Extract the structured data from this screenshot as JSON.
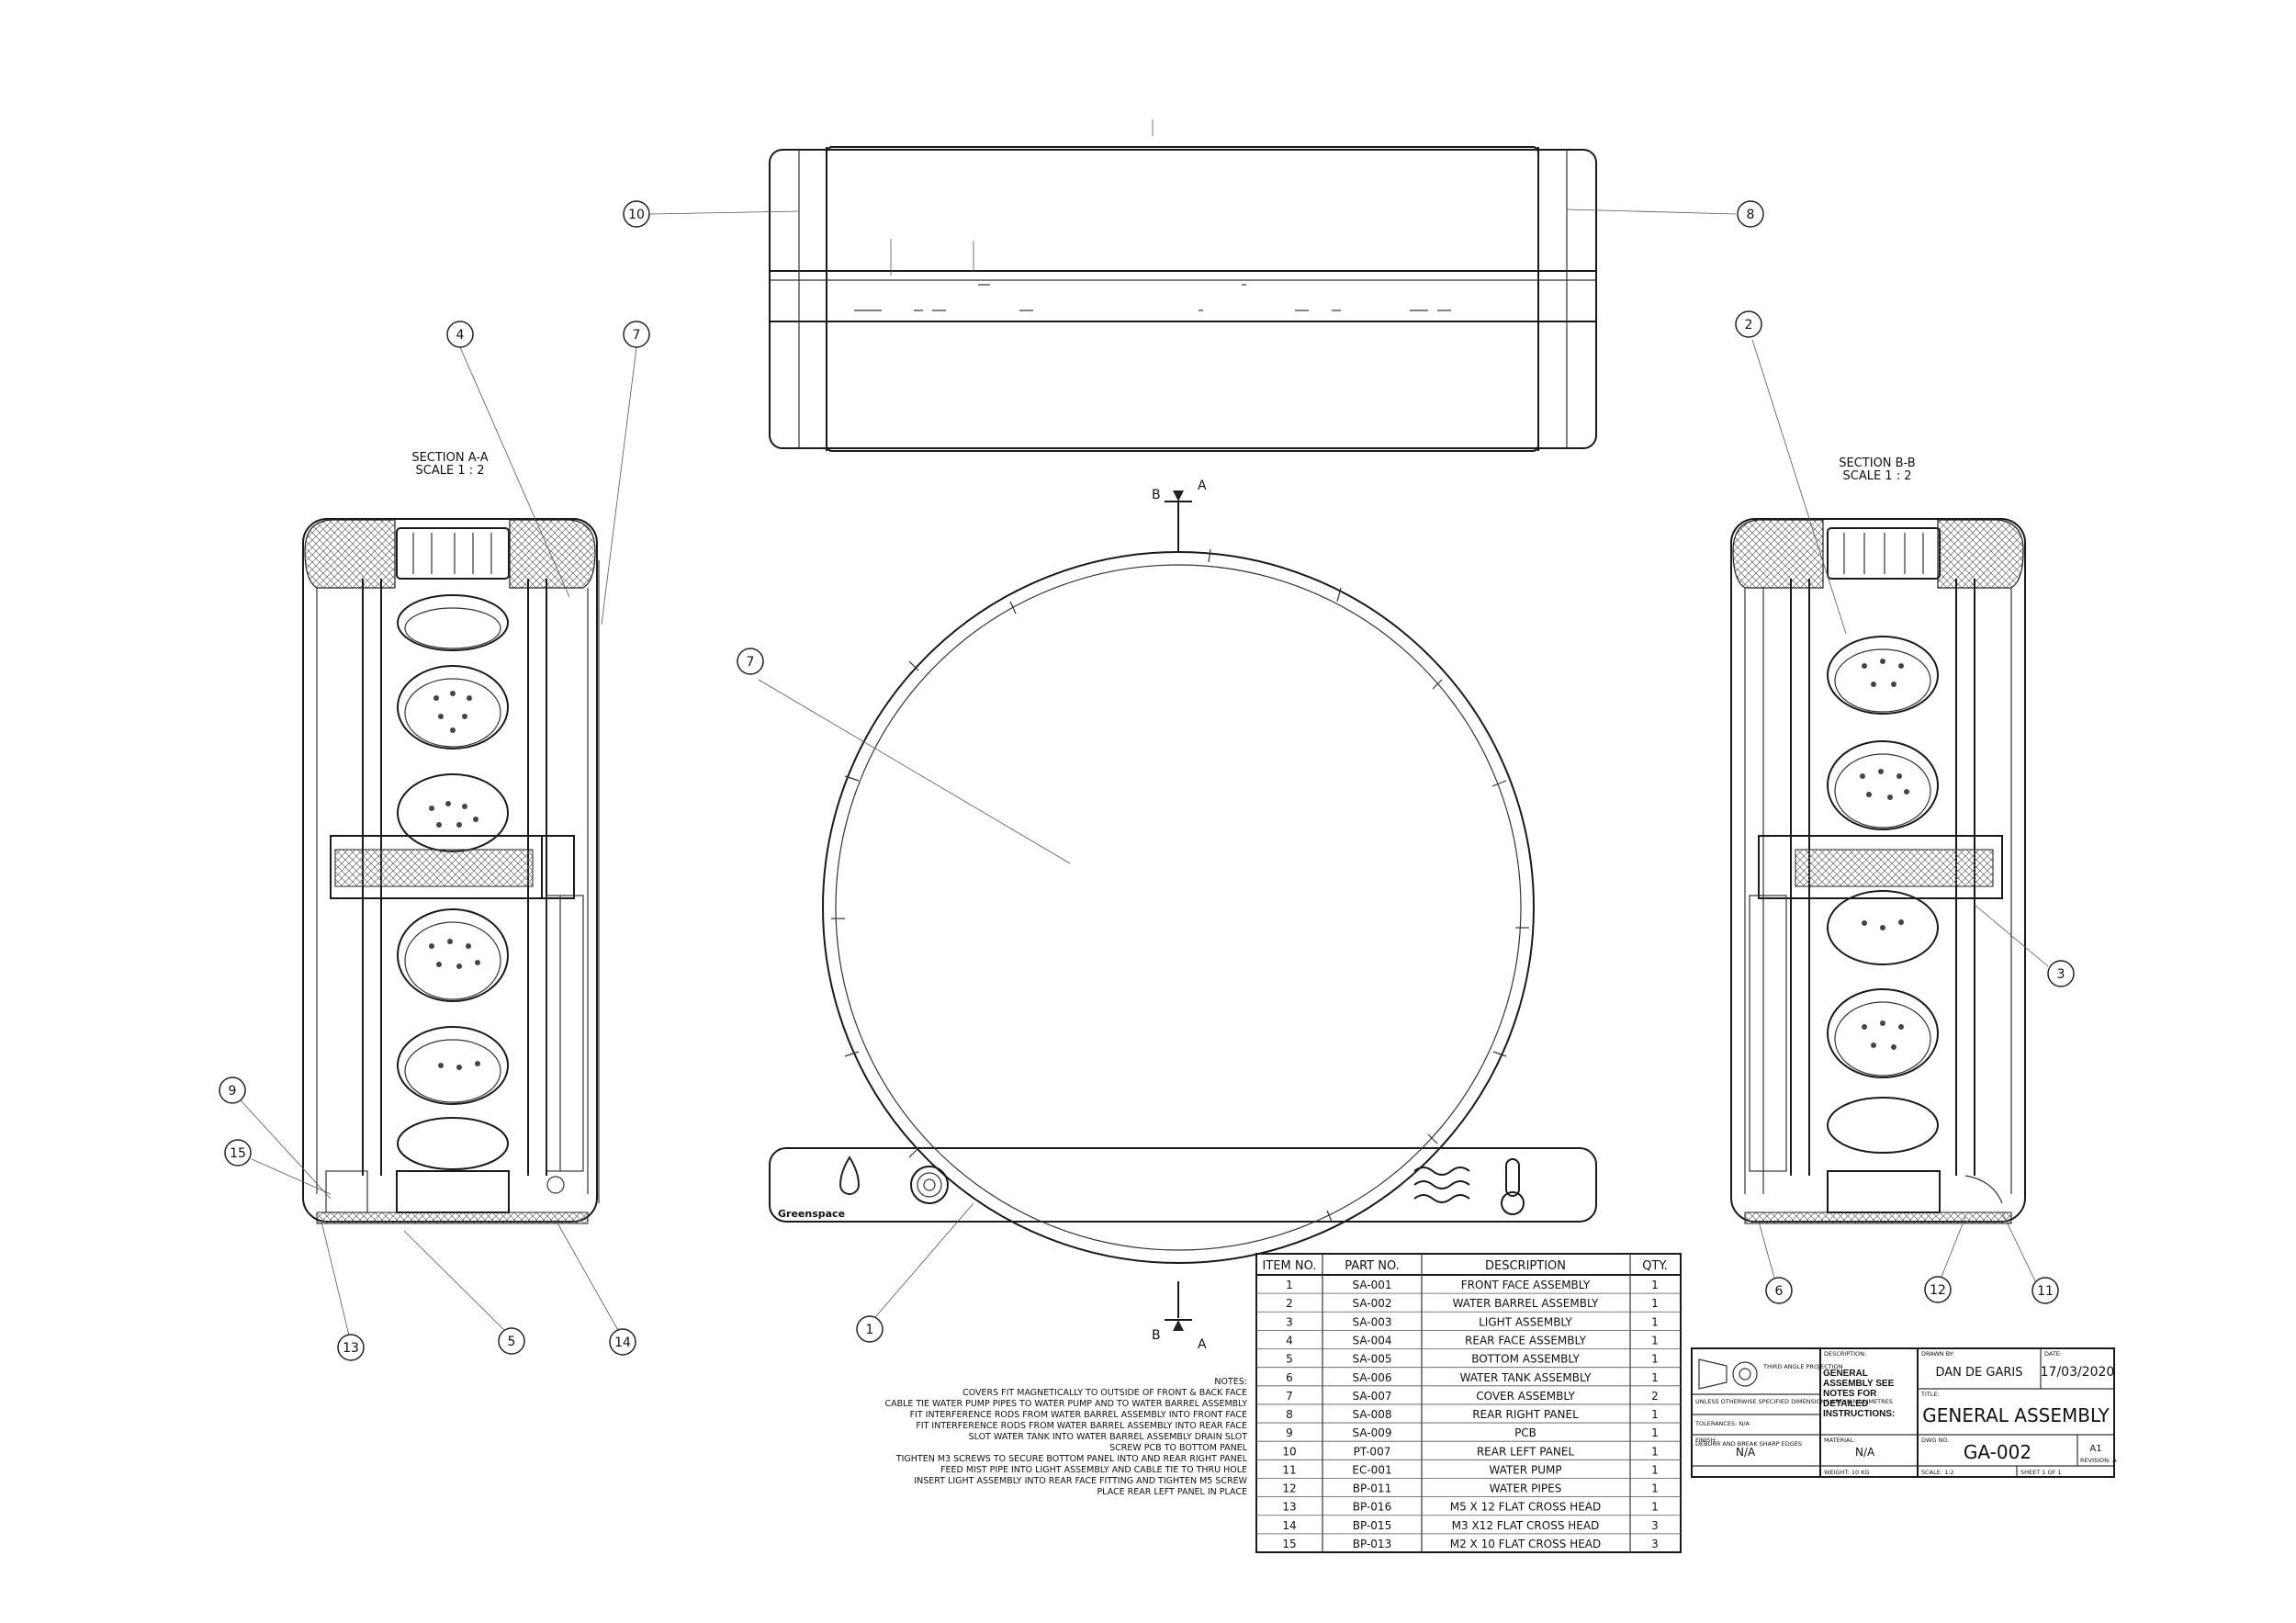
{
  "balloons": {
    "b10": "10",
    "b8": "8",
    "b4": "4",
    "b7a": "7",
    "b7b": "7",
    "b2": "2",
    "b3": "3",
    "b9": "9",
    "b15": "15",
    "b13": "13",
    "b5": "5",
    "b14": "14",
    "b1": "1",
    "b6": "6",
    "b12": "12",
    "b11": "11"
  },
  "sections": {
    "aa_title": "SECTION A-A",
    "aa_scale": "SCALE 1 : 2",
    "bb_title": "SECTION B-B",
    "bb_scale": "SCALE 1 : 2",
    "cut_b_top": "B",
    "cut_a_top": "A",
    "cut_b_bot": "B",
    "cut_a_bot": "A"
  },
  "brand": "Greenspace",
  "notes": {
    "heading": "NOTES:",
    "lines": [
      "COVERS FIT MAGNETICALLY TO OUTSIDE OF FRONT & BACK FACE",
      "CABLE TIE WATER PUMP PIPES TO WATER PUMP AND TO WATER BARREL ASSEMBLY",
      "FIT INTERFERENCE RODS FROM WATER BARREL ASSEMBLY INTO FRONT FACE",
      "FIT INTERFERENCE RODS FROM WATER BARREL ASSEMBLY INTO REAR FACE",
      "SLOT WATER TANK INTO WATER BARREL ASSEMBLY DRAIN SLOT",
      "SCREW PCB TO BOTTOM PANEL",
      "TIGHTEN M3 SCREWS TO SECURE BOTTOM PANEL INTO AND REAR RIGHT PANEL",
      "FEED MIST PIPE INTO LIGHT ASSEMBLY AND CABLE TIE TO THRU HOLE",
      "INSERT LIGHT ASSEMBLY INTO REAR FACE FITTING AND TIGHTEN M5 SCREW",
      "PLACE REAR LEFT PANEL IN PLACE"
    ]
  },
  "bom": {
    "headers": [
      "ITEM NO.",
      "PART NO.",
      "DESCRIPTION",
      "QTY."
    ],
    "rows": [
      [
        "1",
        "SA-001",
        "FRONT FACE ASSEMBLY",
        "1"
      ],
      [
        "2",
        "SA-002",
        "WATER BARREL ASSEMBLY",
        "1"
      ],
      [
        "3",
        "SA-003",
        "LIGHT ASSEMBLY",
        "1"
      ],
      [
        "4",
        "SA-004",
        "REAR FACE ASSEMBLY",
        "1"
      ],
      [
        "5",
        "SA-005",
        "BOTTOM ASSEMBLY",
        "1"
      ],
      [
        "6",
        "SA-006",
        "WATER TANK ASSEMBLY",
        "1"
      ],
      [
        "7",
        "SA-007",
        "COVER ASSEMBLY",
        "2"
      ],
      [
        "8",
        "SA-008",
        "REAR RIGHT PANEL",
        "1"
      ],
      [
        "9",
        "SA-009",
        "PCB",
        "1"
      ],
      [
        "10",
        "PT-007",
        "REAR LEFT PANEL",
        "1"
      ],
      [
        "11",
        "EC-001",
        "WATER PUMP",
        "1"
      ],
      [
        "12",
        "BP-011",
        "WATER PIPES",
        "1"
      ],
      [
        "13",
        "BP-016",
        "M5 X 12 FLAT CROSS HEAD",
        "1"
      ],
      [
        "14",
        "BP-015",
        "M3 X12 FLAT CROSS HEAD",
        "3"
      ],
      [
        "15",
        "BP-013",
        "M2 X 10 FLAT CROSS HEAD",
        "3"
      ]
    ]
  },
  "title_block": {
    "projection": "THIRD ANGLE PROJECTION",
    "units_note": "UNLESS OTHERWISE SPECIFIED DIMENSIONS ARE IN MILLIMETRES",
    "tolerances": "TOLERANCES: N/A",
    "deburr": "DEBURR AND BREAK SHARP EDGES",
    "finish_label": "FINISH:",
    "finish_value": "N/A",
    "description_label": "DESCRIPTION:",
    "description_value": "GENERAL ASSEMBLY SEE NOTES FOR DETAILED INSTRUCTIONS:",
    "material_label": "MATERIAL:",
    "material_value": "N/A",
    "weight": "WEIGHT: 10 KG",
    "drawn_by_label": "DRAWN BY:",
    "drawn_by_value": "DAN DE GARIS",
    "date_label": "DATE:",
    "date_value": "17/03/2020",
    "title_label": "TITLE:",
    "title_value": "GENERAL ASSEMBLY",
    "dwg_no_label": "DWG NO.",
    "dwg_no_value": "GA-002",
    "sheet_size": "A1",
    "revision": "REVISION: A",
    "scale": "SCALE: 1:2",
    "sheet": "SHEET 1 OF 1"
  }
}
